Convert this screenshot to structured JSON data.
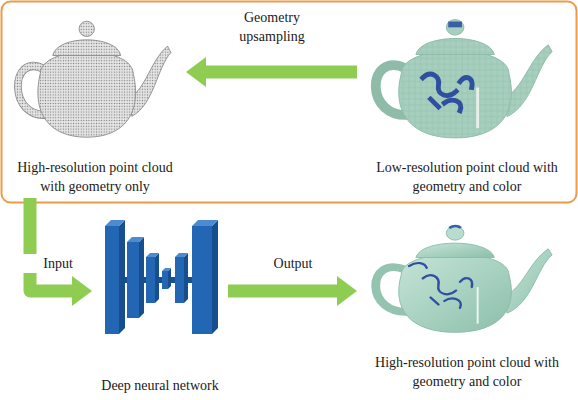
{
  "diagram": {
    "nodes": [
      {
        "text": [
          "High-resolution point cloud with geometry only"
        ]
      },
      {
        "text": [
          "Low-resolution point cloud with geometry and color"
        ]
      },
      {
        "text": [
          "Deep neural network"
        ]
      },
      {
        "text": [
          "High-resolution point cloud with geometry and color"
        ]
      }
    ],
    "edges": [
      {
        "from": 1,
        "to": 0,
        "arrow": "to",
        "label": "Geometry upsampling"
      },
      {
        "from": 0,
        "to": 2,
        "arrow": "to",
        "label": "Input"
      },
      {
        "from": 2,
        "to": 3,
        "arrow": "to",
        "label": "Output"
      }
    ]
  }
}
